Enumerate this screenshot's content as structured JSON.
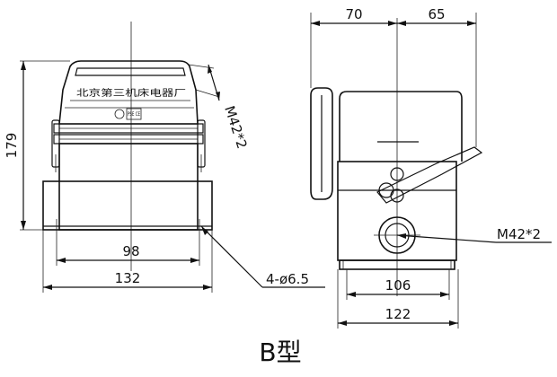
{
  "drawing": {
    "caption": "B型",
    "front_view": {
      "nameplate_text": "北京第三机床电器厂",
      "badge_text": "PSE CE",
      "dim_height": "179",
      "dim_inner_width": "98",
      "dim_outer_width": "132",
      "dim_holes": "4-ø6.5",
      "dim_thread": "M42*2"
    },
    "side_view": {
      "dim_left_depth": "70",
      "dim_right_depth": "65",
      "dim_thread": "M42*2",
      "dim_inner_width": "106",
      "dim_outer_width": "122"
    }
  }
}
